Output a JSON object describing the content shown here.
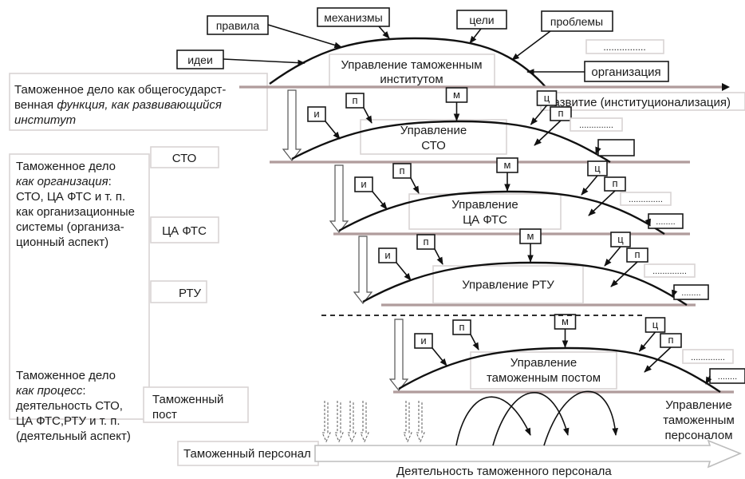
{
  "diagram": {
    "institute_level": {
      "center_label": [
        "Управление таможенным",
        "институтом"
      ],
      "inputs": {
        "ideas": "идеи",
        "rules": "правила",
        "mechanisms": "механизмы",
        "goals": "цели",
        "problems": "проблемы",
        "organization": "организация",
        "placeholder": "................"
      },
      "axis_label": "Развитие (институционализация)"
    },
    "left_panels": {
      "function": {
        "line1": "Таможенное дело как общегосударст-",
        "line2_normal": "венная ",
        "line2_italic": "функция, как развивающийся",
        "line3_italic": "институт"
      },
      "organization": {
        "line1": "Таможенное дело",
        "line2_italic": "как организация",
        "line2_tail": ":",
        "line3": "СТО, ЦА ФТС и т. п.",
        "line4": "как организационные",
        "line5": "системы (организа-",
        "line6": "ционный аспект)"
      },
      "process": {
        "line1": "Таможенное дело",
        "line2_italic": "как процесс",
        "line2_tail": ":",
        "line3": "деятельность СТО,",
        "line4": "ЦА ФТС,РТУ и т. п.",
        "line5": "(деятельный аспект)"
      }
    },
    "side_tags": {
      "sto": "СТО",
      "ca_fts": "ЦА ФТС",
      "rtu": "РТУ",
      "post": [
        "Таможенный",
        "пост"
      ]
    },
    "levels": {
      "sto": {
        "label": [
          "Управление",
          "СТО"
        ]
      },
      "ca_fts": {
        "label": [
          "Управление",
          "ЦА ФТС"
        ]
      },
      "rtu": {
        "label": [
          "Управление РТУ"
        ]
      },
      "post": {
        "label": [
          "Управление",
          "таможенным постом"
        ]
      }
    },
    "short_inputs": {
      "ideas": "и",
      "rules": "п",
      "mechanisms": "м",
      "goals": "ц",
      "problems": "п",
      "placeholder_long": "..............",
      "placeholder_short": "........"
    },
    "personnel": {
      "start_label": "Таможенный персонал",
      "arrow_label": "Деятельность таможенного персонала",
      "management_label": [
        "Управление",
        "таможенным",
        "персоналом"
      ]
    }
  }
}
